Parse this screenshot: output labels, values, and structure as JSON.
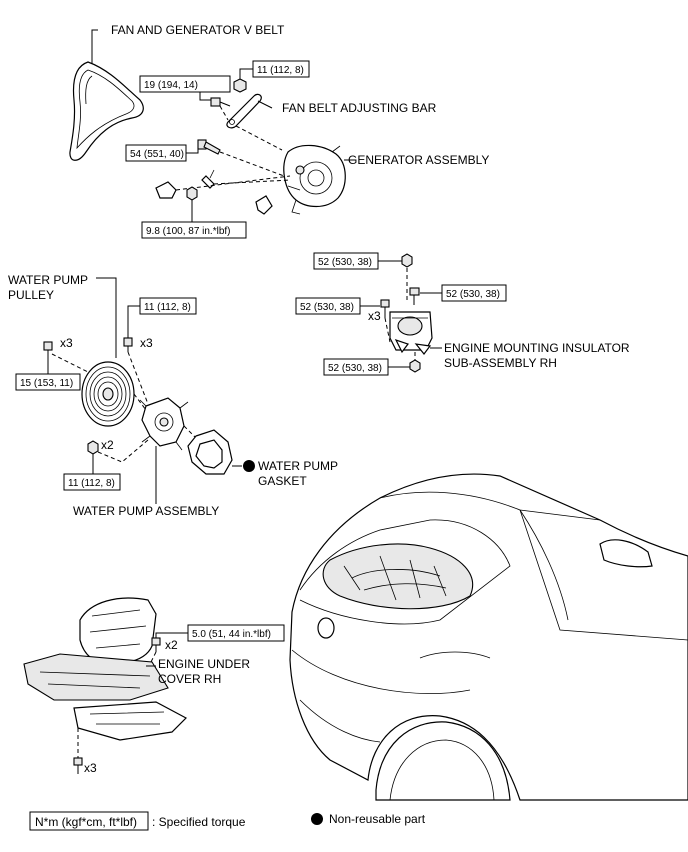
{
  "labels": {
    "fan_belt": "FAN AND GENERATOR V BELT",
    "fan_belt_adjusting_bar": "FAN BELT ADJUSTING BAR",
    "generator_assembly": "GENERATOR ASSEMBLY",
    "water_pump_pulley_1": "WATER PUMP",
    "water_pump_pulley_2": "PULLEY",
    "water_pump_assembly": "WATER PUMP ASSEMBLY",
    "water_pump_gasket_1": "WATER PUMP",
    "water_pump_gasket_2": "GASKET",
    "engine_mount_1": "ENGINE MOUNTING INSULATOR",
    "engine_mount_2": "SUB-ASSEMBLY RH",
    "under_cover_1": "ENGINE UNDER",
    "under_cover_2": "COVER RH"
  },
  "torques": {
    "t_19": "19 (194, 14)",
    "t_11_top": "11 (112, 8)",
    "t_54": "54 (551, 40)",
    "t_9_8": "9.8 (100, 87 in.*lbf)",
    "t_52_a": "52 (530, 38)",
    "t_52_b": "52 (530, 38)",
    "t_52_c": "52 (530, 38)",
    "t_52_d": "52 (530, 38)",
    "t_11_wp": "11 (112, 8)",
    "t_15": "15 (153, 11)",
    "t_11_low": "11 (112, 8)",
    "t_5_0": "5.0 (51, 44 in.*lbf)"
  },
  "multipliers": {
    "m_x3_pulley": "x3",
    "m_x3_wp": "x3",
    "m_x2_wp": "x2",
    "m_x3_mount": "x3",
    "m_x2_cover": "x2",
    "m_x3_cover": "x3"
  },
  "legend": {
    "unit_box": "N*m (kgf*cm, ft*lbf)",
    "specified_torque": ": Specified torque",
    "non_reusable": "Non-reusable part"
  },
  "colors": {
    "ink": "#000000",
    "background": "#ffffff",
    "non_reusable_dot": "#000000"
  }
}
